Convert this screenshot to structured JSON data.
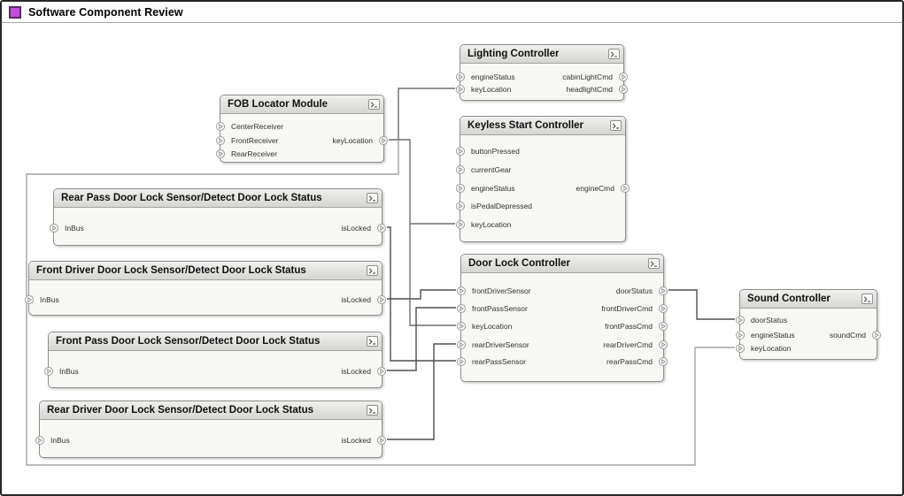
{
  "window": {
    "title": "Software Component Review",
    "accent_color": "#c44fdb"
  },
  "icons": {
    "titlebar": "component-icon",
    "component_badge": "content-preview-badge-icon",
    "port": "triangle-port-icon"
  },
  "diagram": {
    "components": [
      {
        "id": "fob",
        "title": "FOB Locator Module",
        "inputs": [
          "CenterReceiver",
          "FrontReceiver",
          "RearReceiver"
        ],
        "outputs": [
          "keyLocation"
        ]
      },
      {
        "id": "lighting",
        "title": "Lighting Controller",
        "inputs": [
          "engineStatus",
          "keyLocation"
        ],
        "outputs": [
          "cabinLightCmd",
          "headlightCmd"
        ]
      },
      {
        "id": "keyless",
        "title": "Keyless Start Controller",
        "inputs": [
          "buttonPressed",
          "currentGear",
          "engineStatus",
          "isPedalDepressed",
          "keyLocation"
        ],
        "outputs": [
          "engineCmd"
        ]
      },
      {
        "id": "rearpass",
        "title": "Rear Pass Door Lock Sensor/Detect Door Lock Status",
        "inputs": [
          "InBus"
        ],
        "outputs": [
          "isLocked"
        ]
      },
      {
        "id": "frontdriver",
        "title": "Front Driver Door Lock Sensor/Detect Door Lock Status",
        "inputs": [
          "InBus"
        ],
        "outputs": [
          "isLocked"
        ]
      },
      {
        "id": "frontpass",
        "title": "Front Pass Door Lock Sensor/Detect Door Lock Status",
        "inputs": [
          "InBus"
        ],
        "outputs": [
          "isLocked"
        ]
      },
      {
        "id": "reardriver",
        "title": "Rear Driver Door Lock Sensor/Detect Door Lock Status",
        "inputs": [
          "InBus"
        ],
        "outputs": [
          "isLocked"
        ]
      },
      {
        "id": "doorlock",
        "title": "Door Lock Controller",
        "inputs": [
          "frontDriverSensor",
          "frontPassSensor",
          "keyLocation",
          "rearDriverSensor",
          "rearPassSensor"
        ],
        "outputs": [
          "doorStatus",
          "frontDriverCmd",
          "frontPassCmd",
          "rearDriverCmd",
          "rearPassCmd"
        ]
      },
      {
        "id": "sound",
        "title": "Sound Controller",
        "inputs": [
          "doorStatus",
          "engineStatus",
          "keyLocation"
        ],
        "outputs": [
          "soundCmd"
        ]
      }
    ],
    "connections": [
      {
        "from": "fob.keyLocation",
        "to": "lighting.keyLocation"
      },
      {
        "from": "fob.keyLocation",
        "to": "keyless.keyLocation"
      },
      {
        "from": "fob.keyLocation",
        "to": "doorlock.keyLocation"
      },
      {
        "from": "fob.keyLocation",
        "to": "sound.keyLocation"
      },
      {
        "from": "rearpass.isLocked",
        "to": "doorlock.rearPassSensor"
      },
      {
        "from": "frontdriver.isLocked",
        "to": "doorlock.frontDriverSensor"
      },
      {
        "from": "frontpass.isLocked",
        "to": "doorlock.frontPassSensor"
      },
      {
        "from": "reardriver.isLocked",
        "to": "doorlock.rearDriverSensor"
      },
      {
        "from": "doorlock.doorStatus",
        "to": "sound.doorStatus"
      }
    ]
  }
}
